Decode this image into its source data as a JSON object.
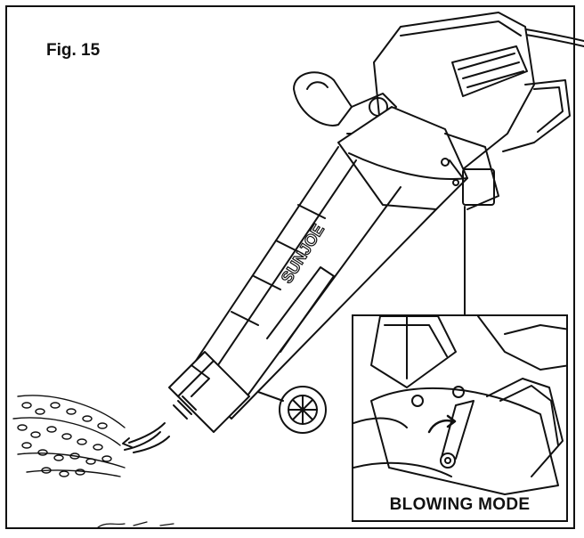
{
  "figure": {
    "label": "Fig. 15",
    "brand_text": "SUNJOE",
    "inset_caption": "BLOWING MODE"
  },
  "colors": {
    "line": "#111111",
    "background": "#ffffff"
  },
  "icons": {
    "airflow": "curved-arrows-icon",
    "rotate": "rotate-arrow-icon"
  }
}
